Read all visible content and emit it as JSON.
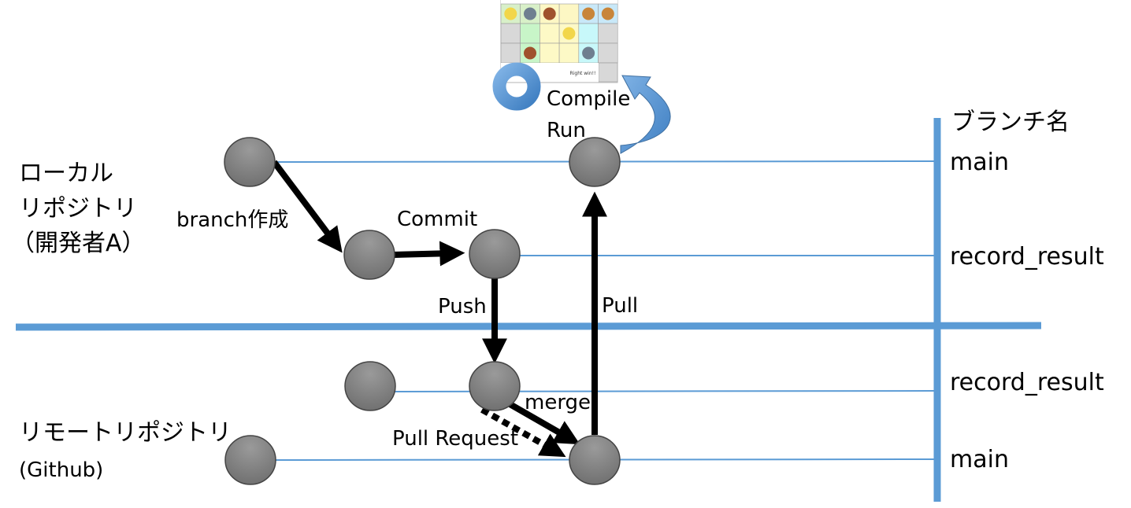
{
  "labels": {
    "local_repo_line1": "ローカル",
    "local_repo_line2": "リポジトリ",
    "local_repo_line3": "（開発者A）",
    "remote_repo_line1": "リモートリポジトリ",
    "remote_repo_line2": "(Github)",
    "branch_name_header": "ブランチ名",
    "branch_local_main": "main",
    "branch_local_record": "record_result",
    "branch_remote_record": "record_result",
    "branch_remote_main": "main",
    "branch_create": "branch作成",
    "commit": "Commit",
    "push": "Push",
    "pull": "Pull",
    "merge": "merge",
    "pull_request": "Pull Request",
    "compile": "Compile",
    "run": "Run",
    "app_status": "Right win!!"
  },
  "colors": {
    "branch_line": "#5b9bd5",
    "node_fill": "#808080",
    "arrow": "#000000"
  }
}
